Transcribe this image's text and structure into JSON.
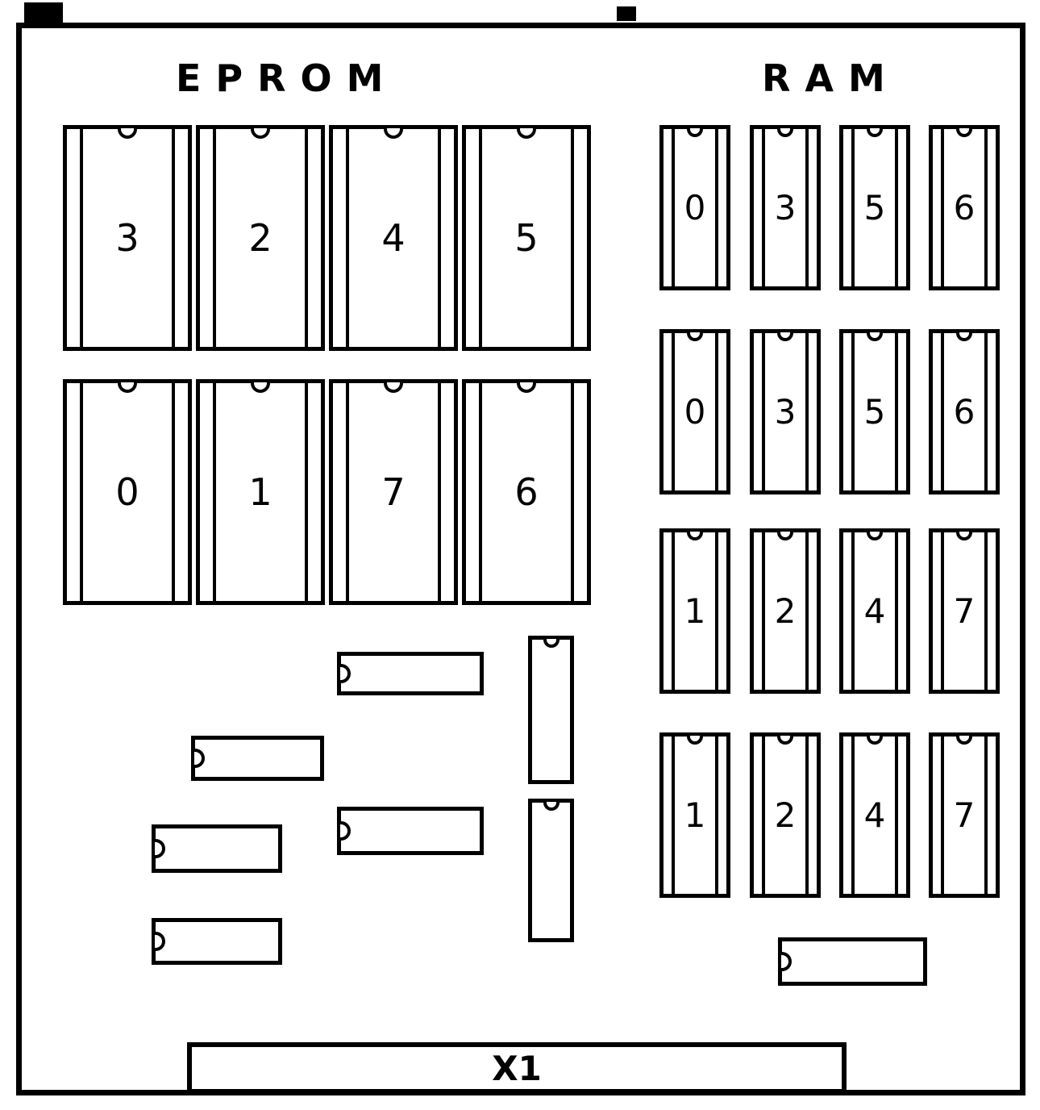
{
  "board": {
    "eprom_section_title": "EPROM",
    "ram_section_title": "RAM",
    "connector_label": "X1"
  },
  "eprom": {
    "rows": [
      {
        "chips": [
          {
            "label": "3"
          },
          {
            "label": "2"
          },
          {
            "label": "4"
          },
          {
            "label": "5"
          }
        ]
      },
      {
        "chips": [
          {
            "label": "0"
          },
          {
            "label": "1"
          },
          {
            "label": "7"
          },
          {
            "label": "6"
          }
        ]
      }
    ]
  },
  "ram": {
    "rows": [
      {
        "chips": [
          {
            "label": "0"
          },
          {
            "label": "3"
          },
          {
            "label": "5"
          },
          {
            "label": "6"
          }
        ]
      },
      {
        "chips": [
          {
            "label": "0"
          },
          {
            "label": "3"
          },
          {
            "label": "5"
          },
          {
            "label": "6"
          }
        ]
      },
      {
        "chips": [
          {
            "label": "1"
          },
          {
            "label": "2"
          },
          {
            "label": "4"
          },
          {
            "label": "7"
          }
        ]
      },
      {
        "chips": [
          {
            "label": "1"
          },
          {
            "label": "2"
          },
          {
            "label": "4"
          },
          {
            "label": "7"
          }
        ]
      }
    ]
  }
}
